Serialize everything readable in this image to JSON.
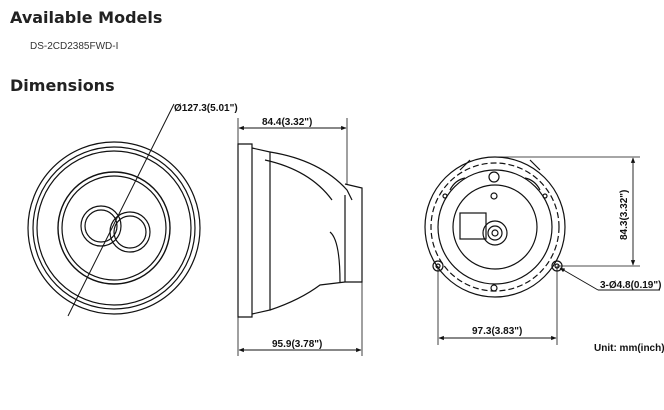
{
  "sections": {
    "available_models_title": "Available Models",
    "model_name": "DS-2CD2385FWD-I",
    "dimensions_title": "Dimensions"
  },
  "dimensions": {
    "diameter": "Ø127.3(5.01\")",
    "side_top_width": "84.4(3.32\")",
    "side_bottom_width": "95.9(3.78\")",
    "base_height": "84.3(3.32\")",
    "base_width": "97.3(3.83\")",
    "screw_holes": "3-Ø4.8(0.19\")",
    "unit": "Unit: mm(inch)"
  }
}
